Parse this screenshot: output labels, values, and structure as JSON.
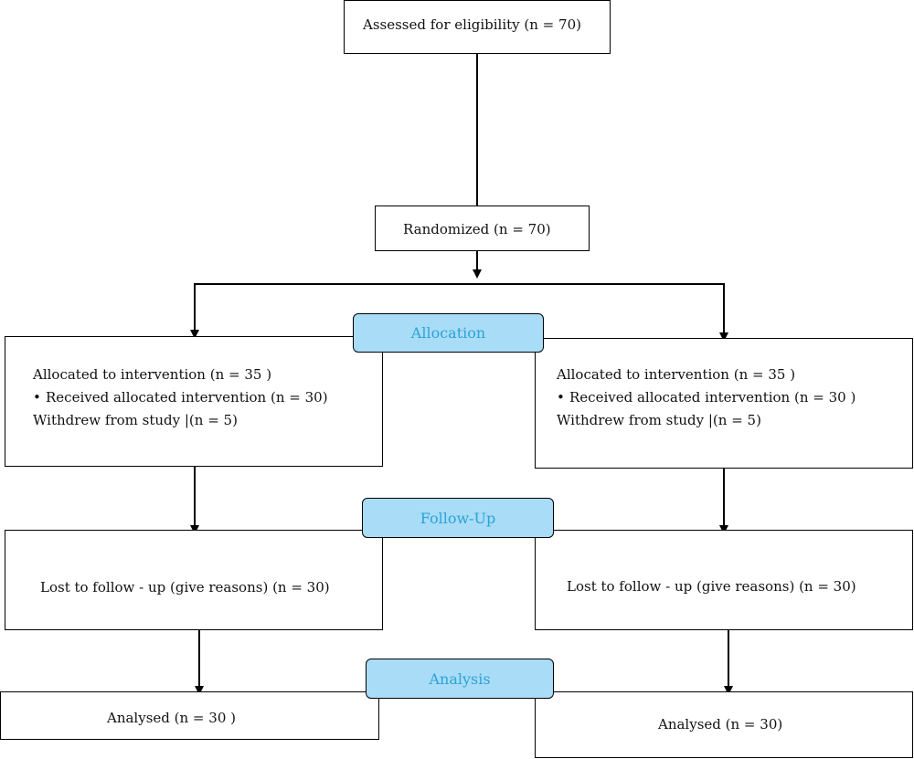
{
  "eligibility": "Assessed for eligibility (n = 70)",
  "randomized": "Randomized (n = 70)",
  "stages": {
    "allocation": "Allocation",
    "followup": "Follow-Up",
    "analysis": "Analysis"
  },
  "left": {
    "allocated": "Allocated to intervention (n = 35 )",
    "received": "Received allocated intervention (n = 30)",
    "withdrew": "Withdrew from study |(n = 5)",
    "lost": "Lost to follow - up (give reasons) (n = 30)",
    "analysed": "Analysed (n = 30 )"
  },
  "right": {
    "allocated": "Allocated to intervention (n = 35 )",
    "received": "Received allocated intervention (n = 30 )",
    "withdrew": "Withdrew from study |(n = 5)",
    "lost": "Lost to follow - up (give reasons) (n = 30)",
    "analysed": "Analysed (n = 30)"
  }
}
